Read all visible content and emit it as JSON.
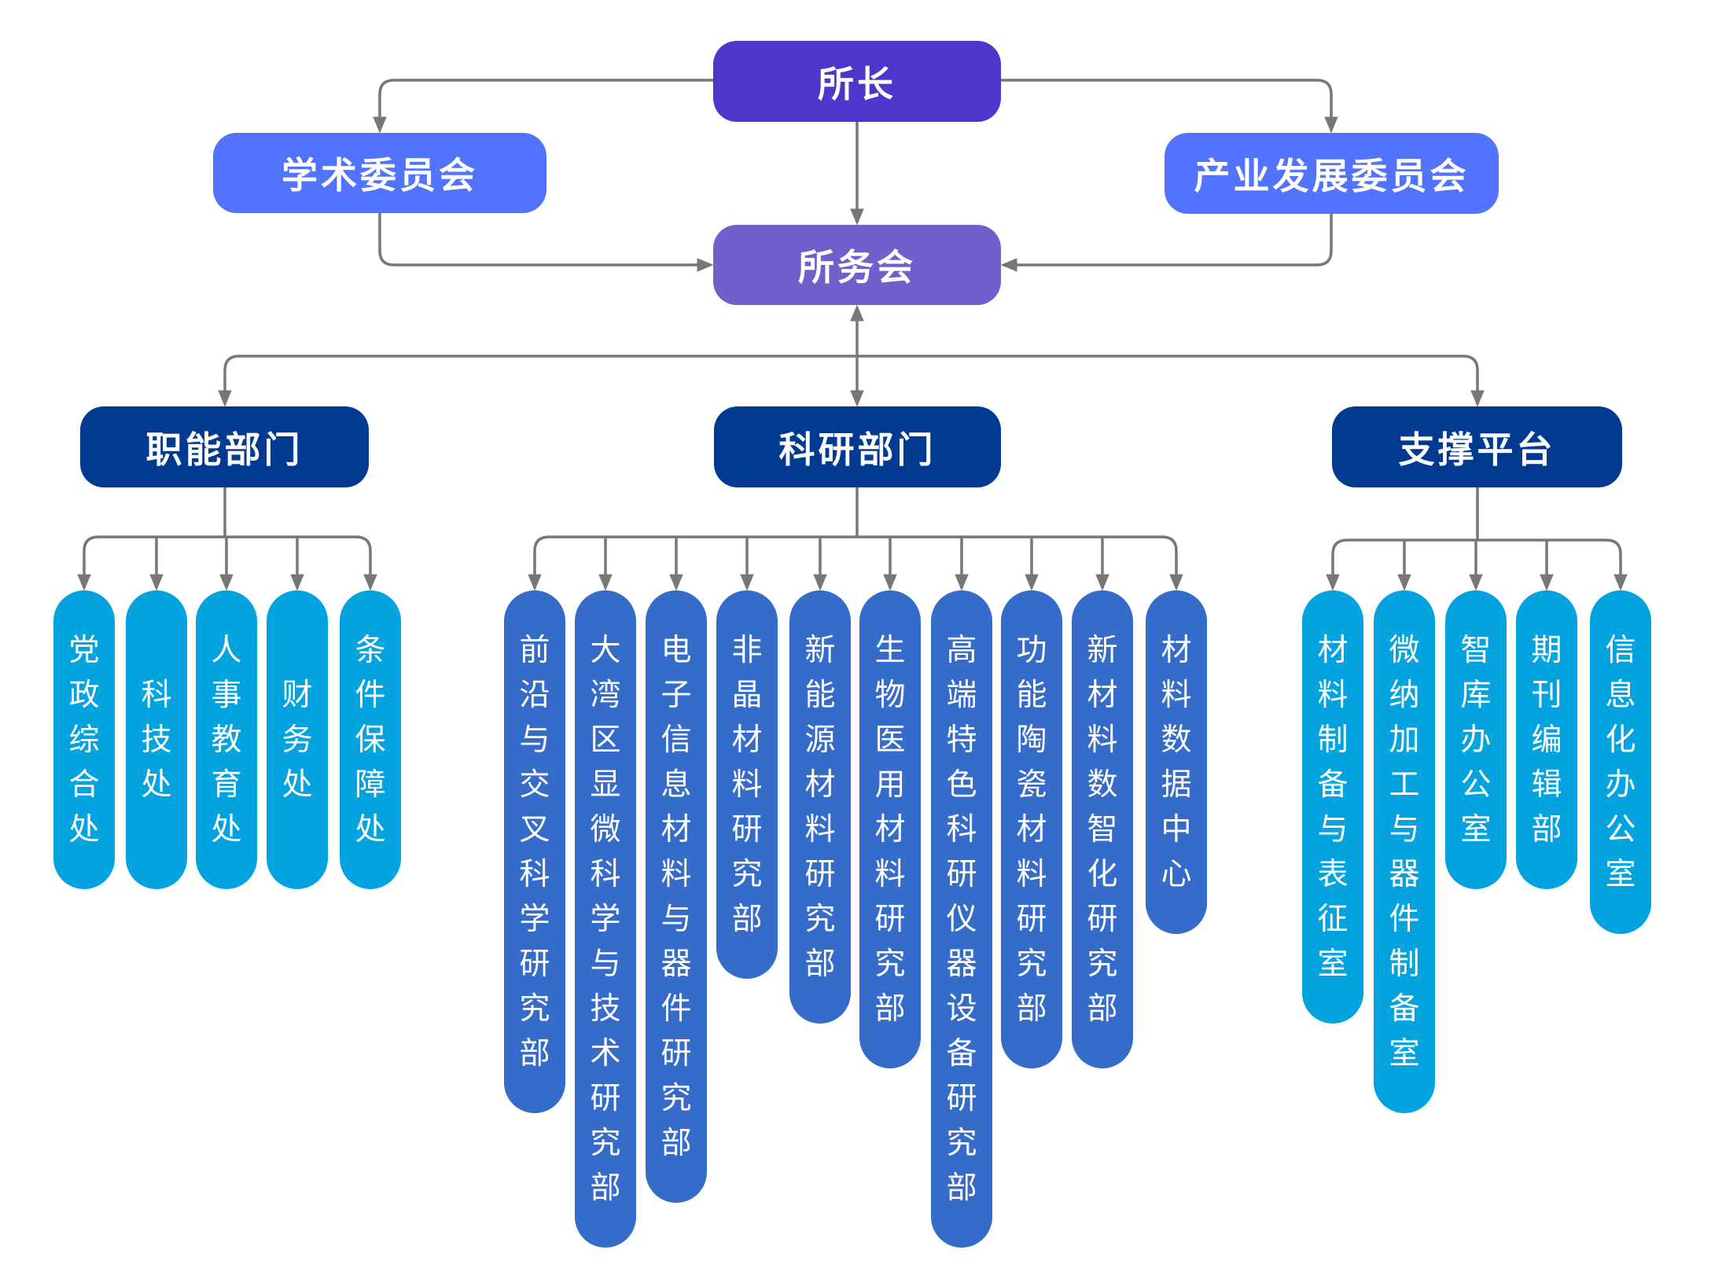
{
  "top": {
    "director": {
      "label": "所长",
      "color": "#4D36CC"
    },
    "academic_committee": {
      "label": "学术委员会",
      "color": "#5273FD"
    },
    "industry_committee": {
      "label": "产业发展委员会",
      "color": "#5273FD"
    },
    "affairs_council": {
      "label": "所务会",
      "color": "#725FCB"
    }
  },
  "divisions": [
    {
      "label": "职能部门",
      "units": [
        "党政综合处",
        "科技处",
        "人事教育处",
        "财务处",
        "条件保障处"
      ]
    },
    {
      "label": "科研部门",
      "units": [
        "前沿与交叉科学研究部",
        "大湾区显微科学与技术研究部",
        "电子信息材料与器件研究部",
        "非晶材料研究部",
        "新能源材料研究部",
        "生物医用材料研究部",
        "高端特色科研仪器设备研究部",
        "功能陶瓷材料研究部",
        "新材料数智化研究部",
        "材料数据中心"
      ]
    },
    {
      "label": "支撑平台",
      "units": [
        "材料制备与表征室",
        "微纳加工与器件制备室",
        "智库办公室",
        "期刊编辑部",
        "信息化办公室"
      ]
    }
  ],
  "colors": {
    "division": "#023A92",
    "functional_unit": "#03A3E0",
    "research_unit": "#356BC9",
    "support_unit": "#03A3E0",
    "connector": "#777777"
  }
}
